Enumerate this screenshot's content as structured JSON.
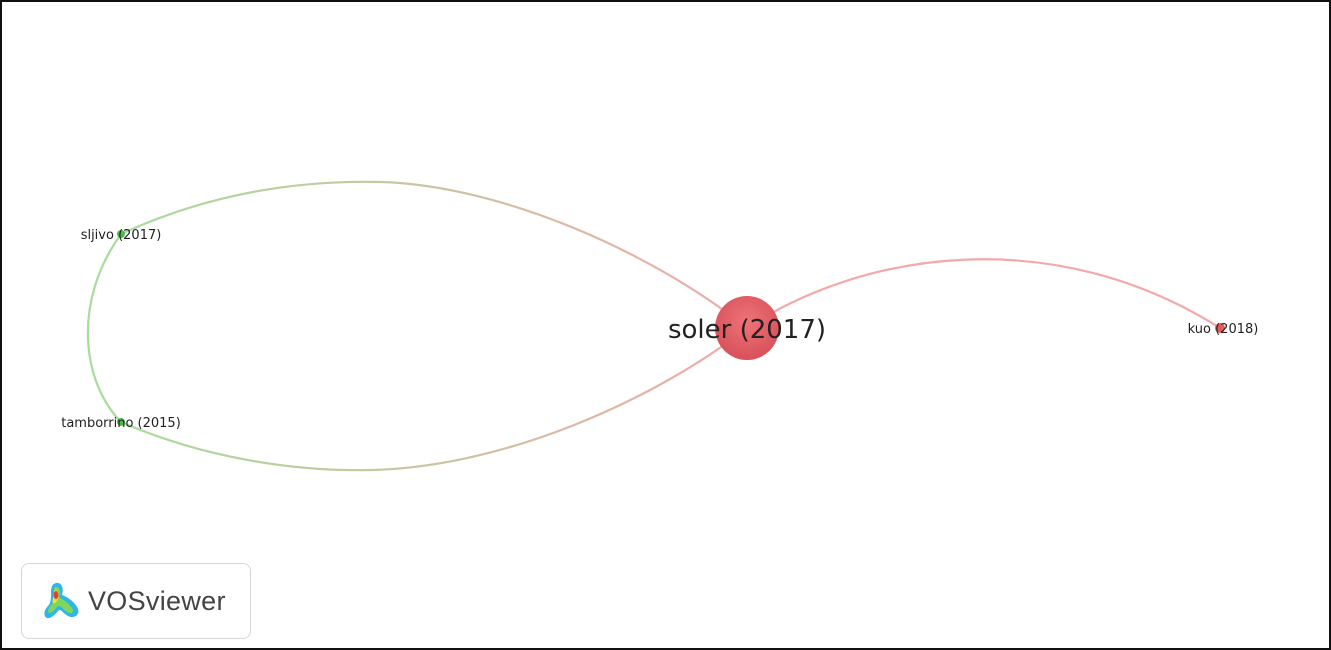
{
  "network": {
    "nodes": [
      {
        "id": "soler",
        "label": "soler (2017)",
        "cluster": "red",
        "weight": "large"
      },
      {
        "id": "kuo",
        "label": "kuo (2018)",
        "cluster": "red",
        "weight": "small"
      },
      {
        "id": "sljivo",
        "label": "sljivo (2017)",
        "cluster": "green",
        "weight": "small"
      },
      {
        "id": "tamborrino",
        "label": "tamborrino (2015)",
        "cluster": "green",
        "weight": "small"
      }
    ],
    "links": [
      {
        "source": "soler",
        "target": "sljivo"
      },
      {
        "source": "soler",
        "target": "tamborrino"
      },
      {
        "source": "sljivo",
        "target": "tamborrino"
      },
      {
        "source": "soler",
        "target": "kuo"
      }
    ],
    "colors": {
      "red_cluster": "#e05a5e",
      "green_cluster": "#4cbb4c",
      "red_link": "#f2a9a9",
      "green_link": "#a8dc9c"
    }
  },
  "branding": {
    "name": "VOSviewer",
    "icon": "vosviewer-logo-icon"
  }
}
